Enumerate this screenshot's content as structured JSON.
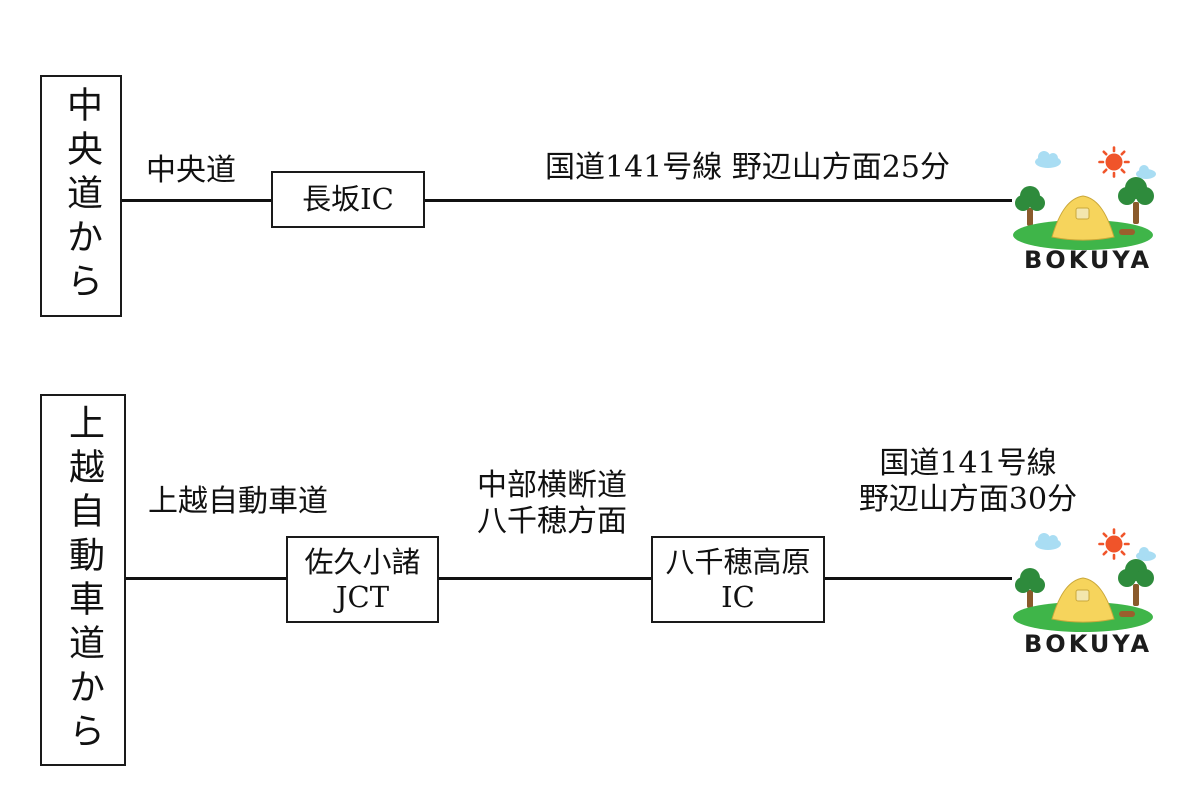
{
  "colors": {
    "line": "#111111",
    "cloud": "#a9ddf3",
    "sun": "#f0542a",
    "tree": "#2e8b3c",
    "trunk": "#8a5a2b",
    "grass": "#3fb549",
    "tent": "#f6d45c",
    "tent_window": "#f3e6ae",
    "log": "#9a5f2d"
  },
  "routes": [
    {
      "origin": "中央道から",
      "road1": "中央道",
      "node1": "長坂IC",
      "road2": "国道141号線 野辺山方面25分",
      "destination": "BOKUYA"
    },
    {
      "origin": "上越自動車道から",
      "road1": "上越自動車道",
      "node1_line1": "佐久小諸",
      "node1_line2": "JCT",
      "road2_line1": "中部横断道",
      "road2_line2": "八千穂方面",
      "node2_line1": "八千穂高原",
      "node2_line2": "IC",
      "road3_line1": "国道141号線",
      "road3_line2": "野辺山方面30分",
      "destination": "BOKUYA"
    }
  ]
}
